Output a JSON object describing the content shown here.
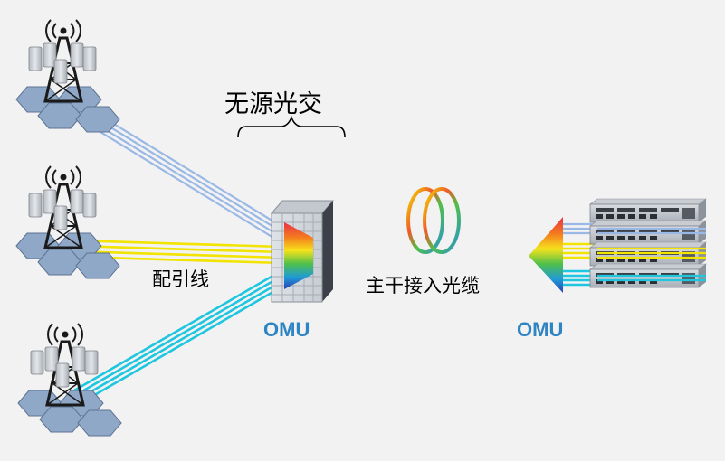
{
  "labels": {
    "passive_wdm": "无源光交",
    "distribution_fiber": "配引线",
    "trunk_cable": "主干接入光缆",
    "omu_left": "OMU",
    "omu_right": "OMU"
  },
  "colors": {
    "background": "#f2f2f2",
    "fiber_blue": "#9ab8e6",
    "fiber_yellow": "#f2e300",
    "fiber_cyan": "#1fc6df",
    "omu_text": "#2f84c4",
    "hex_tile": "#8fa8c8"
  },
  "icons": [
    "base-station-icon",
    "omu-cabinet-icon",
    "fiber-coil-icon",
    "server-rack-icon"
  ]
}
